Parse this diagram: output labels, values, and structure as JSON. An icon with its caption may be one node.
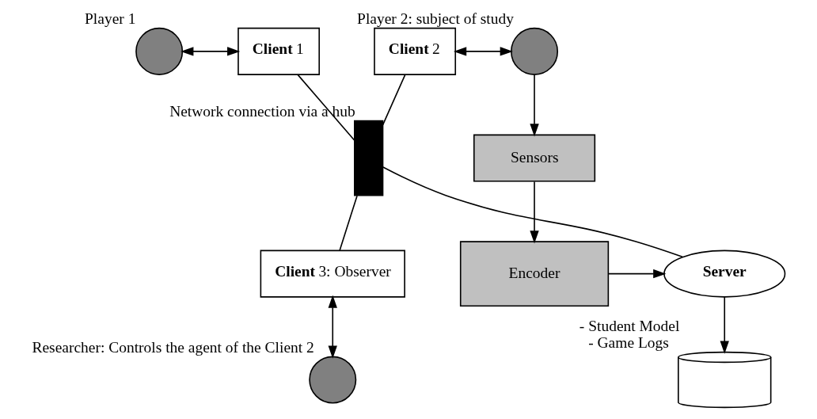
{
  "diagram": {
    "nodes": [
      {
        "text": [],
        "shape": "circle",
        "beside": [
          "Player 1"
        ]
      },
      {
        "text": [
          "**Client** 1"
        ]
      },
      {
        "text": [
          "**Client** 2"
        ]
      },
      {
        "text": [],
        "shape": "circle",
        "beside": [
          "Player 2: subject of study"
        ]
      },
      {
        "text": [],
        "shape": "bar",
        "beside": [
          "Network connection via a hub"
        ]
      },
      {
        "text": [
          "Sensors"
        ]
      },
      {
        "text": [
          "**Server**"
        ]
      },
      {
        "text": [
          "Encoder"
        ]
      },
      {
        "text": [
          "**Client** 3: Observer"
        ]
      },
      {
        "text": [],
        "shape": "cylinder",
        "beside": [
          "- Student Model",
          "- Game Logs"
        ]
      },
      {
        "text": [],
        "shape": "circle",
        "beside": [
          "Researcher: Controls the agent of the Client 2"
        ]
      }
    ],
    "edges": [
      {
        "from": 0,
        "to": 1,
        "arrow": "both"
      },
      {
        "from": 2,
        "to": 3,
        "arrow": "both"
      },
      {
        "from": 3,
        "to": 5,
        "arrow": "to"
      },
      {
        "from": 5,
        "to": 7,
        "arrow": "to"
      },
      {
        "from": 7,
        "to": 6,
        "arrow": "to"
      },
      {
        "from": 6,
        "to": 9,
        "arrow": "to"
      },
      {
        "from": 1,
        "to": 4,
        "arrow": "none"
      },
      {
        "from": 2,
        "to": 4,
        "arrow": "none"
      },
      {
        "from": 4,
        "to": 6,
        "arrow": "none"
      },
      {
        "from": 4,
        "to": 8,
        "arrow": "none"
      },
      {
        "from": 8,
        "to": 10,
        "arrow": "both"
      }
    ]
  }
}
